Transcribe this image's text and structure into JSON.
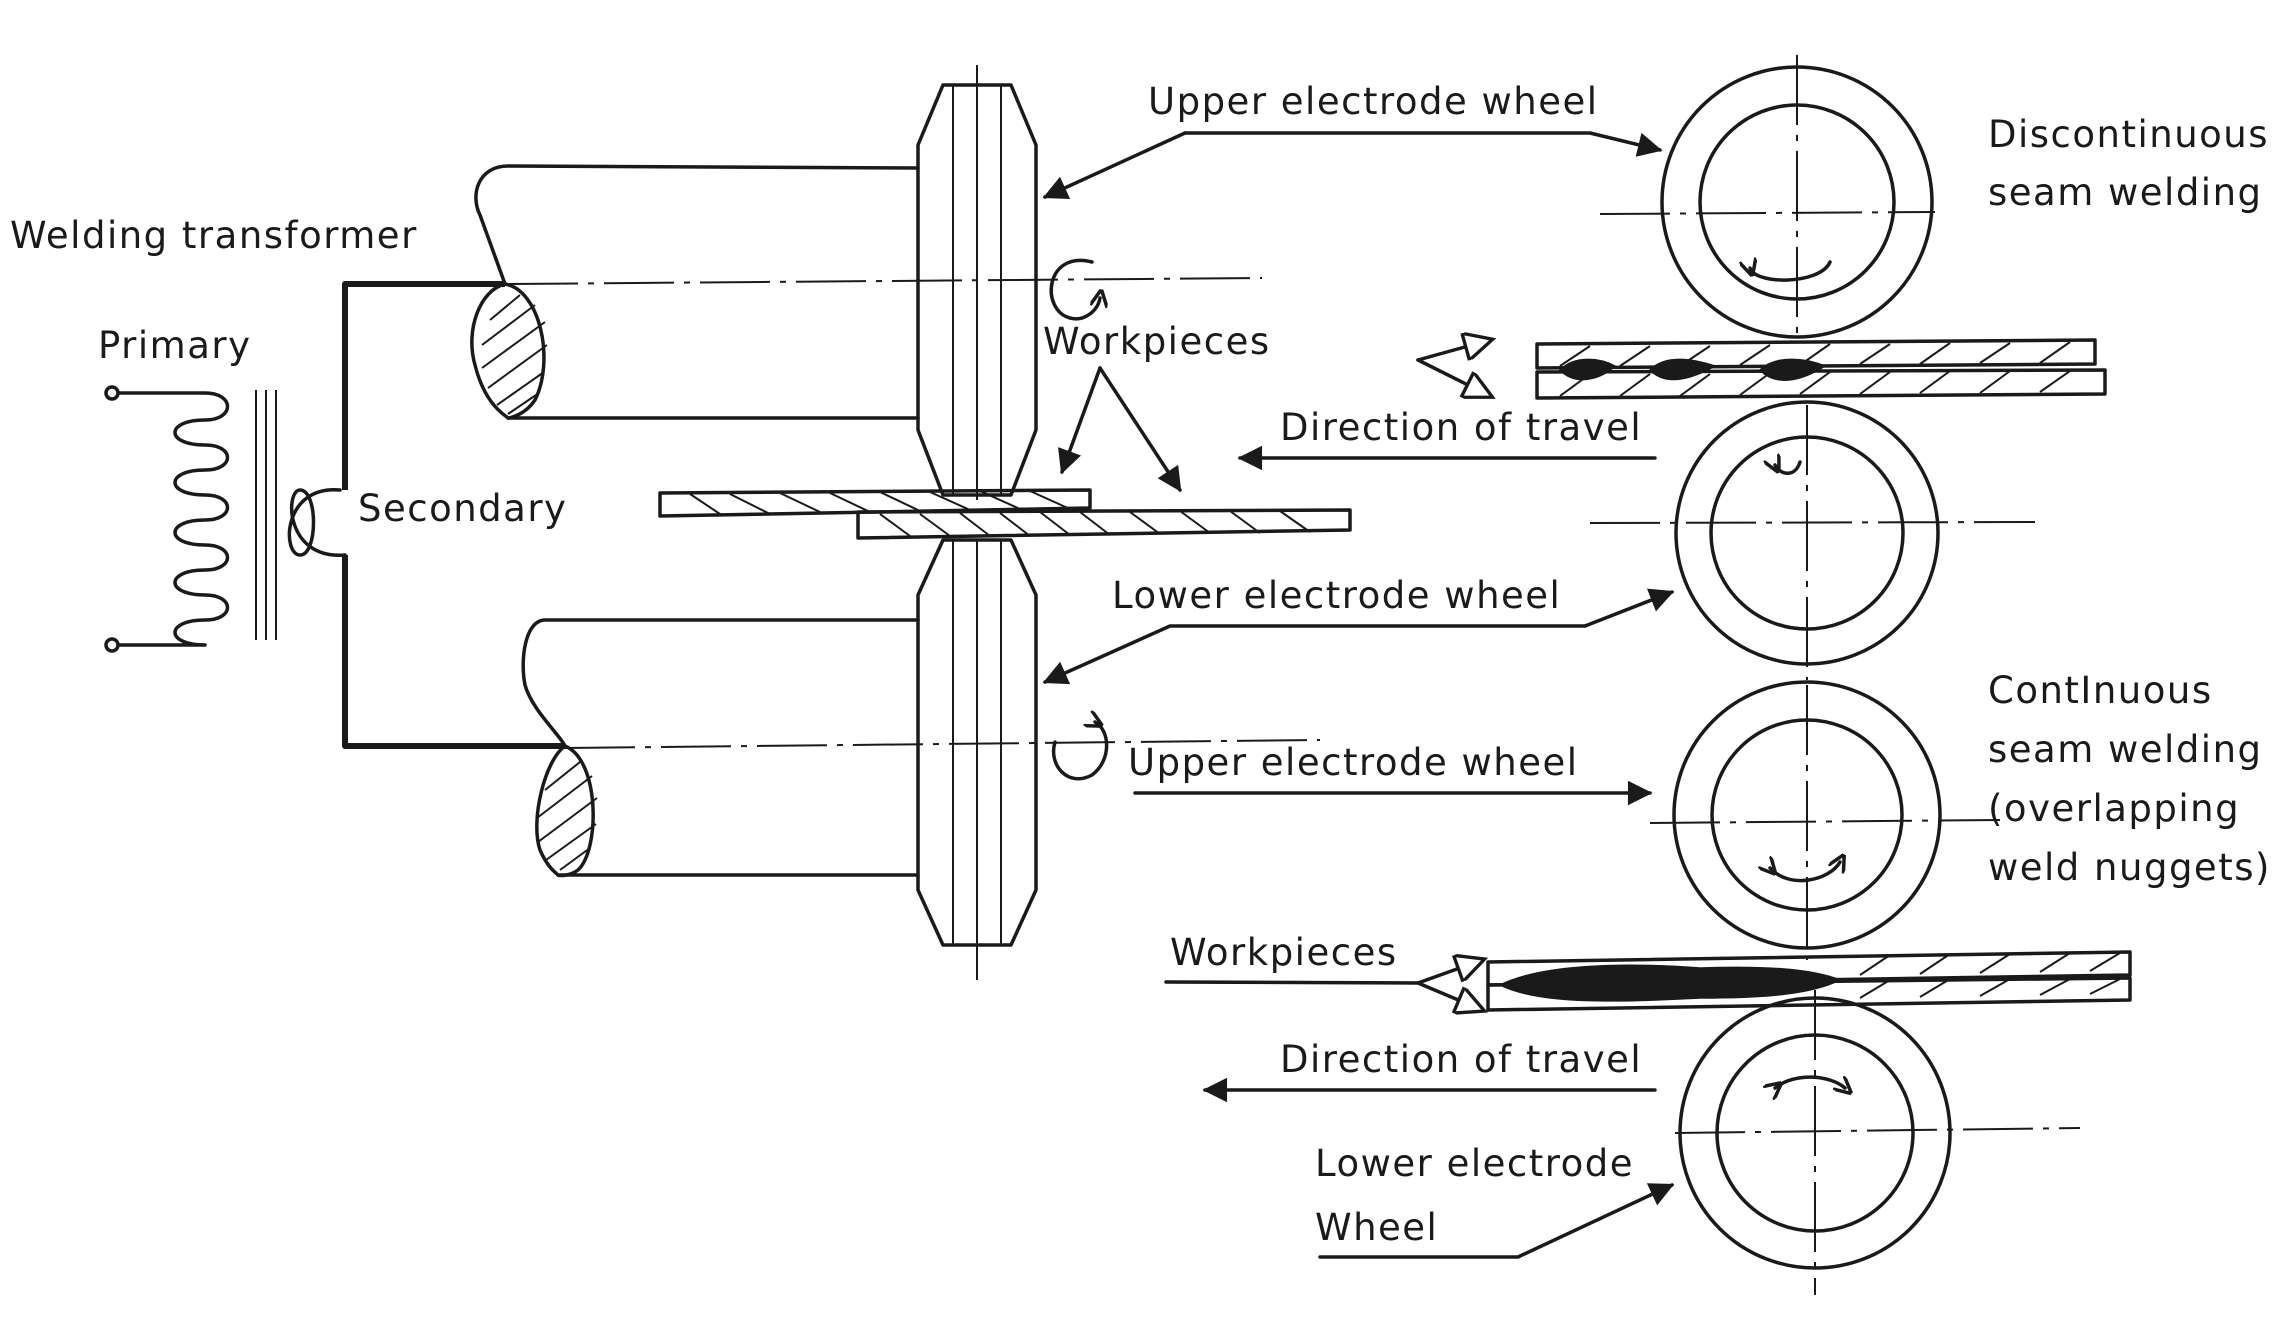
{
  "labels": {
    "welding_transformer": "Welding transformer",
    "primary": "Primary",
    "secondary": "Secondary",
    "workpieces_top": "Workpieces",
    "upper_electrode_wheel_top": "Upper electrode wheel",
    "discontinuous_line1": "Discontinuous",
    "discontinuous_line2": "seam welding",
    "direction_of_travel_top": "Direction of travel",
    "lower_electrode_wheel_top": "Lower electrode wheel",
    "upper_electrode_wheel_bottom": "Upper electrode wheel",
    "continuous_line1": "ContInuous",
    "continuous_line2": "seam welding",
    "continuous_line3": "(overlapping",
    "continuous_line4": "weld nuggets)",
    "workpieces_bottom": "Workpieces",
    "direction_of_travel_bottom": "Direction of travel",
    "lower_electrode_line1": "Lower electrode",
    "lower_electrode_line2": "Wheel"
  }
}
